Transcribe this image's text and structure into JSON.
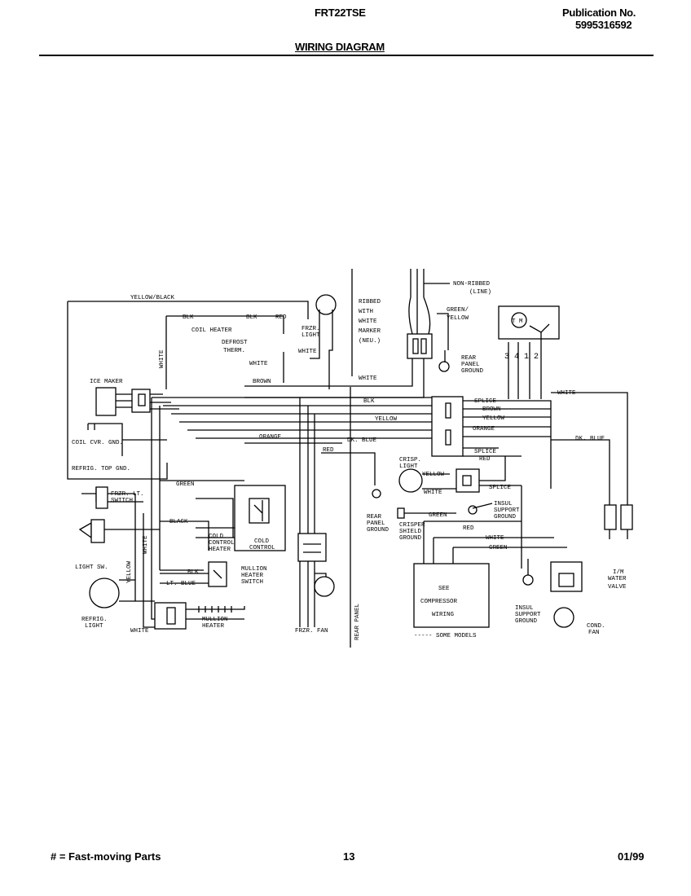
{
  "header": {
    "model": "FRT22TSE",
    "publication_label": "Publication No.",
    "publication_number": "5995316592",
    "title": "WIRING DIAGRAM"
  },
  "footer": {
    "legend": "# = Fast-moving Parts",
    "page_number": "13",
    "date": "01/99"
  },
  "diagram": {
    "labels": {
      "yellow_black": "YELLOW/BLACK",
      "blk1": "BLK",
      "blk2": "BLK",
      "red_top": "RED",
      "frzr_light": "FRZR.",
      "frzr_light2": "LIGHT",
      "coil_heater": "COIL HEATER",
      "defrost": "DEFROST",
      "therm": "THERM.",
      "white_a": "WHITE",
      "white_b": "WHITE",
      "white_left": "WHITE",
      "brown": "BROWN",
      "ribbed1": "RIBBED",
      "ribbed2": "WITH",
      "ribbed3": "WHITE",
      "ribbed4": "MARKER",
      "ribbed5": "(NEU.)",
      "non_ribbed1": "NON-RIBBED",
      "non_ribbed2": "(LINE)",
      "green_yellow1": "GREEN/",
      "green_yellow2": "YELLOW",
      "rear_panel_ground1": "REAR",
      "rear_panel_ground2": "PANEL",
      "rear_panel_ground3": "GROUND",
      "term_nums": "3 4 1 2",
      "white_mid": "WHITE",
      "white_right": "WHITE",
      "blk_mid": "BLK",
      "yellow_mid": "YELLOW",
      "splice1": "SPLICE",
      "brown_r": "BROWN",
      "yellow_r": "YELLOW",
      "orange_r": "ORANGE",
      "splice2": "SPLICE",
      "red_r": "RED",
      "dk_blue_mid": "DK. BLUE",
      "dk_blue_right": "DK. BLUE",
      "ice_maker": "ICE MAKER",
      "coil_cvr_gnd": "COIL CVR. GND.",
      "refrig_top_gnd": "REFRIG. TOP GND.",
      "orange_mid": "ORANGE",
      "red_mid": "RED",
      "crisp_light1": "CRISP.",
      "crisp_light2": "LIGHT",
      "yellow_crisp": "YELLOW",
      "white_crisp": "WHITE",
      "splice3": "SPLICE",
      "insul_support_ground1": "INSUL",
      "insul_support_ground2": "SUPPORT",
      "insul_support_ground3": "GROUND",
      "green_crisper": "GREEN",
      "crisper_shield1": "CRISPER",
      "crisper_shield2": "SHIELD",
      "crisper_shield3": "GROUND",
      "rear_panel_ground_b1": "REAR",
      "rear_panel_ground_b2": "PANEL",
      "rear_panel_ground_b3": "GROUND",
      "green_left": "GREEN",
      "frzr_lt_switch1": "FRZR. LT.",
      "frzr_lt_switch2": "SWITCH",
      "black_mid": "BLACK",
      "cold_ctrl_heater1": "COLD",
      "cold_ctrl_heater2": "CONTROL",
      "cold_ctrl_heater3": "HEATER",
      "cold_control1": "COLD",
      "cold_control2": "CONTROL",
      "red_comp": "RED",
      "white_comp": "WHITE",
      "green_comp": "GREEN",
      "light_sw": "LIGHT SW.",
      "white_vert": "WHITE",
      "yellow_vert": "YELLOW",
      "blk_mull": "BLK",
      "lt_blue": "LT. BLUE",
      "mullion_heater_switch1": "MULLION",
      "mullion_heater_switch2": "HEATER",
      "mullion_heater_switch3": "SWITCH",
      "see_compressor1": "SEE",
      "see_compressor2": "COMPRESSOR",
      "see_compressor3": "WIRING",
      "insul_support_ground_b1": "INSUL",
      "insul_support_ground_b2": "SUPPORT",
      "insul_support_ground_b3": "GROUND",
      "im_water_valve1": "I/M",
      "im_water_valve2": "WATER",
      "im_water_valve3": "VALVE",
      "refrig_light1": "REFRIG.",
      "refrig_light2": "LIGHT",
      "white_bottom": "WHITE",
      "mullion_heater1": "MULLION",
      "mullion_heater2": "HEATER",
      "frzr_fan": "FRZR. FAN",
      "rear_panel_vert": "REAR PANEL",
      "cond_fan1": "COND.",
      "cond_fan2": "FAN",
      "some_models": "----- SOME MODELS",
      "tm": "T M"
    }
  }
}
